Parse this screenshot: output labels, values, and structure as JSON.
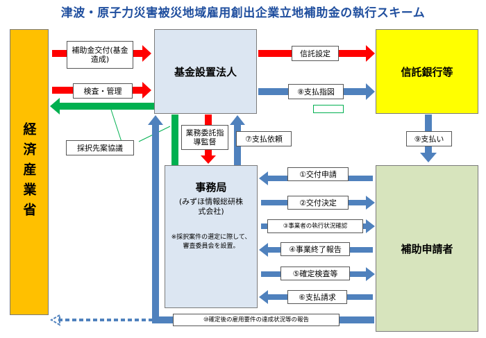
{
  "title": "津波・原子力災害被災地域雇用創出企業立地補助金の執行スキーム",
  "nodes": {
    "meti": "経済産業省",
    "fund_corp": "基金設置法人",
    "trust_bank": "信託銀行等",
    "secretariat": "事務局",
    "secretariat_sub": "(みずほ情報総研株式会社)",
    "secretariat_note": "※採択案件の選定に際して、審査委員会を設置。",
    "applicant": "補助申請者"
  },
  "edges": {
    "subsidy_grant": "補助金交付(基金造成)",
    "inspection": "検査・管理",
    "adoption": "採択先案協議",
    "trust_setup": "信託設定",
    "pay_instruct": "⑧支払指図",
    "payment": "⑨支払い",
    "business_commission": "業務委託指導監督",
    "pay_request_7": "⑦支払依頼",
    "e1": "①交付申請",
    "e2": "②交付決定",
    "e3": "③事業者の執行状況確認",
    "e4": "④事業終了報告",
    "e5": "⑤確定検査等",
    "e6": "⑥支払請求",
    "e10": "⑩確定後の雇用要件の達成状況等の報告"
  }
}
